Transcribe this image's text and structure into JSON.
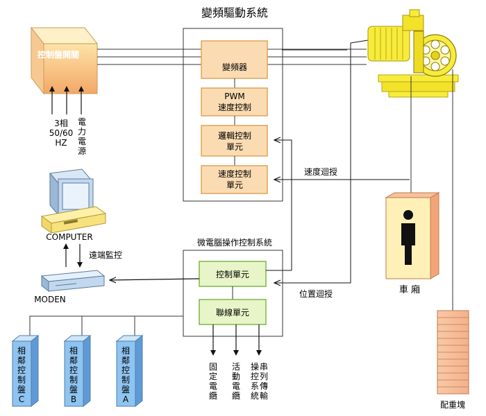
{
  "titles": {
    "inverter_system": "變頻驅動系統",
    "microcomputer_system": "微電腦操作控制系統"
  },
  "control_panel": {
    "label": "控制盤開關",
    "power_phase": "3相",
    "power_freq": "50/60",
    "power_hz": "HZ",
    "power_source_lines": [
      "電",
      "力",
      "電",
      "源"
    ]
  },
  "inverter_blocks": {
    "inverter": "變頻器",
    "pwm_l1": "PWM",
    "pwm_l2": "速度控制",
    "logic_l1": "邏輯控制",
    "logic_l2": "單元",
    "speed_l1": "速度控制",
    "speed_l2": "單元"
  },
  "micro_blocks": {
    "control_unit": "控制單元",
    "link_unit": "聯線單元"
  },
  "signals": {
    "speed_feedback": "速度迴授",
    "position_feedback": "位置迴授",
    "remote_monitor": "遠端監控"
  },
  "devices": {
    "computer": "COMPUTER",
    "modem": "MODEN",
    "car": "車 廂",
    "counterweight": "配重塊"
  },
  "cables": [
    [
      "固",
      "定",
      "電",
      "纜"
    ],
    [
      "活",
      "動",
      "電",
      "纜"
    ],
    [
      "操",
      "控",
      "系",
      "統"
    ],
    [
      "串",
      "列",
      "傳",
      "輸"
    ]
  ],
  "neighbor_panels": [
    {
      "lines": [
        "相",
        "鄰",
        "控",
        "制",
        "盤"
      ],
      "id": "C"
    },
    {
      "lines": [
        "相",
        "鄰",
        "控",
        "制",
        "盤"
      ],
      "id": "B"
    },
    {
      "lines": [
        "相",
        "鄰",
        "控",
        "制",
        "盤"
      ],
      "id": "A"
    }
  ],
  "colors": {
    "block_fill": "#fbdcb2",
    "block_stroke": "#e0a35a",
    "group_fill": "#e8f5c8",
    "panel_blue": "#8fc3f0",
    "yellow": "#f7ec3a",
    "car_fill": "#fff0b8"
  }
}
